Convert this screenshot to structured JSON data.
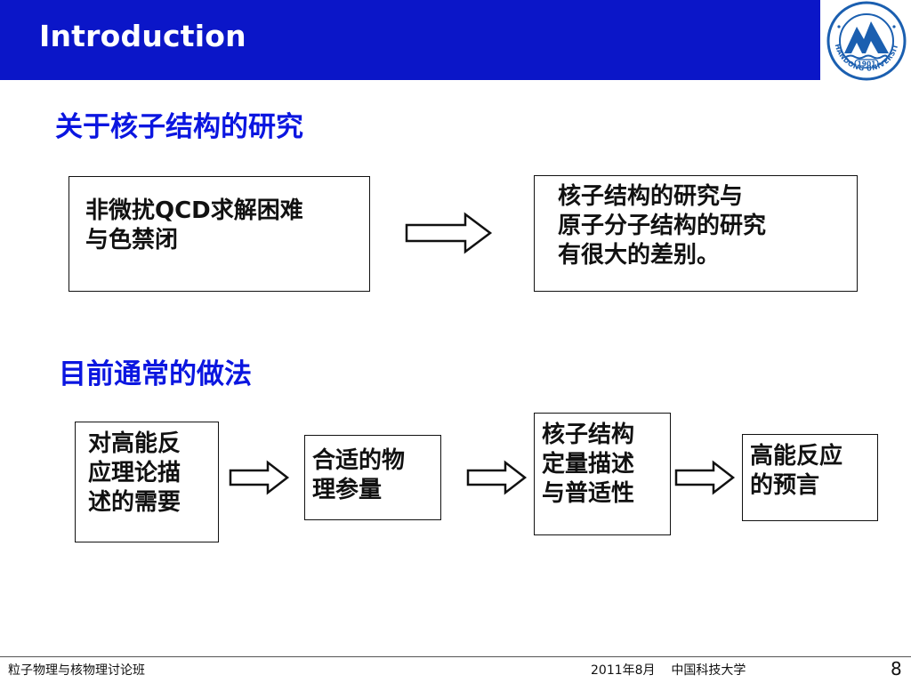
{
  "header": {
    "title": "Introduction"
  },
  "logo": {
    "year": "1901",
    "ring_text": "SHANDONG UNIVERSITY",
    "icon": "university-seal-icon"
  },
  "sections": [
    {
      "heading": "关于核子结构的研究",
      "boxes": [
        {
          "lines": [
            "非微扰QCD求解困难",
            "与色禁闭"
          ]
        },
        {
          "lines": [
            "核子结构的研究与",
            "原子分子结构的研究",
            "有很大的差别。"
          ]
        }
      ]
    },
    {
      "heading": "目前通常的做法",
      "boxes": [
        {
          "lines": [
            "对高能反",
            "应理论描",
            "述的需要"
          ]
        },
        {
          "lines": [
            "合适的物",
            "理参量"
          ]
        },
        {
          "lines": [
            "核子结构",
            "定量描述",
            "与普适性"
          ]
        },
        {
          "lines": [
            "高能反应",
            "的预言"
          ]
        }
      ]
    }
  ],
  "arrows": {
    "icon": "hollow-right-arrow-icon"
  },
  "footer": {
    "left": "粒子物理与核物理讨论班",
    "center": "2011年8月    中国科技大学",
    "page": "8"
  },
  "colors": {
    "header_bg": "#0b16c8",
    "heading_text": "#0b16e0",
    "logo_blue": "#1b5fb0"
  }
}
